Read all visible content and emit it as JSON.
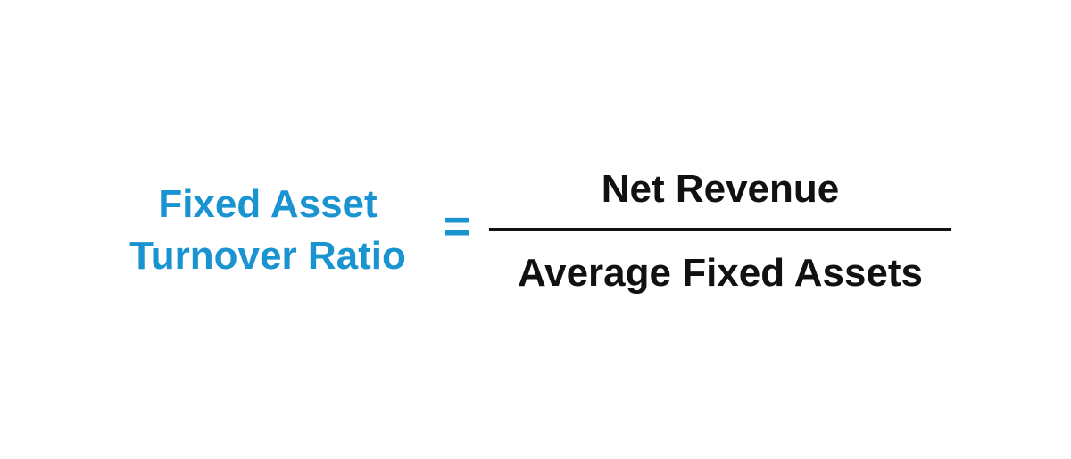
{
  "formula": {
    "lhs_line1": "Fixed Asset",
    "lhs_line2": "Turnover Ratio",
    "operator": "=",
    "numerator": "Net Revenue",
    "denominator": "Average Fixed Assets"
  },
  "colors": {
    "accent": "#1a93d1",
    "text": "#111111",
    "background": "#ffffff"
  }
}
